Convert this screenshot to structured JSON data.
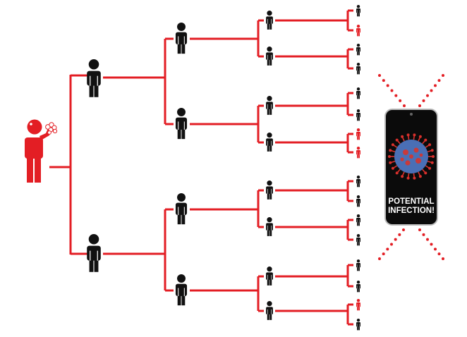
{
  "colors": {
    "infected": "#e31e24",
    "healthy": "#111111",
    "branch_line": "#e31e24",
    "phone_body": "#0b0b0b",
    "virus_body": "#4a6fb5",
    "virus_spike": "#d9302c"
  },
  "tree": {
    "source": {
      "status": "infected",
      "action": "coughing"
    },
    "level1": [
      "healthy",
      "healthy"
    ],
    "level2": [
      "healthy",
      "healthy",
      "healthy",
      "healthy"
    ],
    "level3": [
      "healthy",
      "healthy",
      "healthy",
      "healthy",
      "healthy",
      "healthy",
      "healthy",
      "healthy"
    ],
    "level4": [
      "healthy",
      "infected",
      "healthy",
      "healthy",
      "healthy",
      "healthy",
      "infected",
      "infected",
      "healthy",
      "healthy",
      "healthy",
      "healthy",
      "healthy",
      "healthy",
      "infected",
      "healthy"
    ]
  },
  "phone": {
    "icon": "virus-icon",
    "alert_line1": "POTENTIAL",
    "alert_line2": "INFECTION!"
  }
}
